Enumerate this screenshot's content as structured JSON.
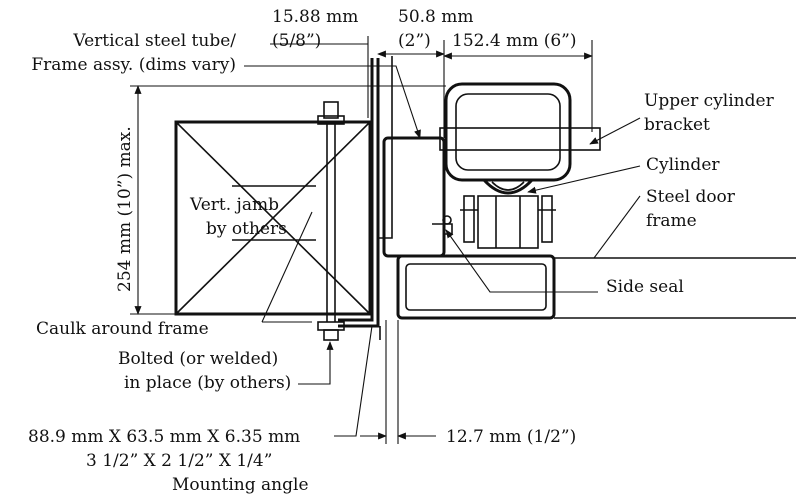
{
  "dimensions": {
    "d1_mm": "15.88 mm",
    "d1_in": "(5/8”)",
    "d2_mm": "50.8 mm",
    "d2_in": "(2”)",
    "d3": "152.4 mm (6”)",
    "height": "254 mm (10”) max.",
    "d4": "12.7 mm (1/2”)"
  },
  "labels": {
    "tube_line1": "Vertical steel tube/",
    "tube_line2": "Frame assy. (dims vary)",
    "upper_bracket_1": "Upper cylinder",
    "upper_bracket_2": "bracket",
    "cylinder": "Cylinder",
    "door_frame_1": "Steel door",
    "door_frame_2": "frame",
    "jamb_1": "Vert. jamb",
    "jamb_2": "by others",
    "side_seal": "Side seal",
    "caulk": "Caulk around frame",
    "bolted_1": "Bolted (or welded)",
    "bolted_2": "in place (by others)",
    "angle_1": "88.9 mm X 63.5 mm X 6.35 mm",
    "angle_2": "3 1/2” X 2 1/2” X 1/4”",
    "angle_3": "Mounting angle"
  },
  "colors": {
    "ink": "#111111",
    "background": "#ffffff"
  }
}
